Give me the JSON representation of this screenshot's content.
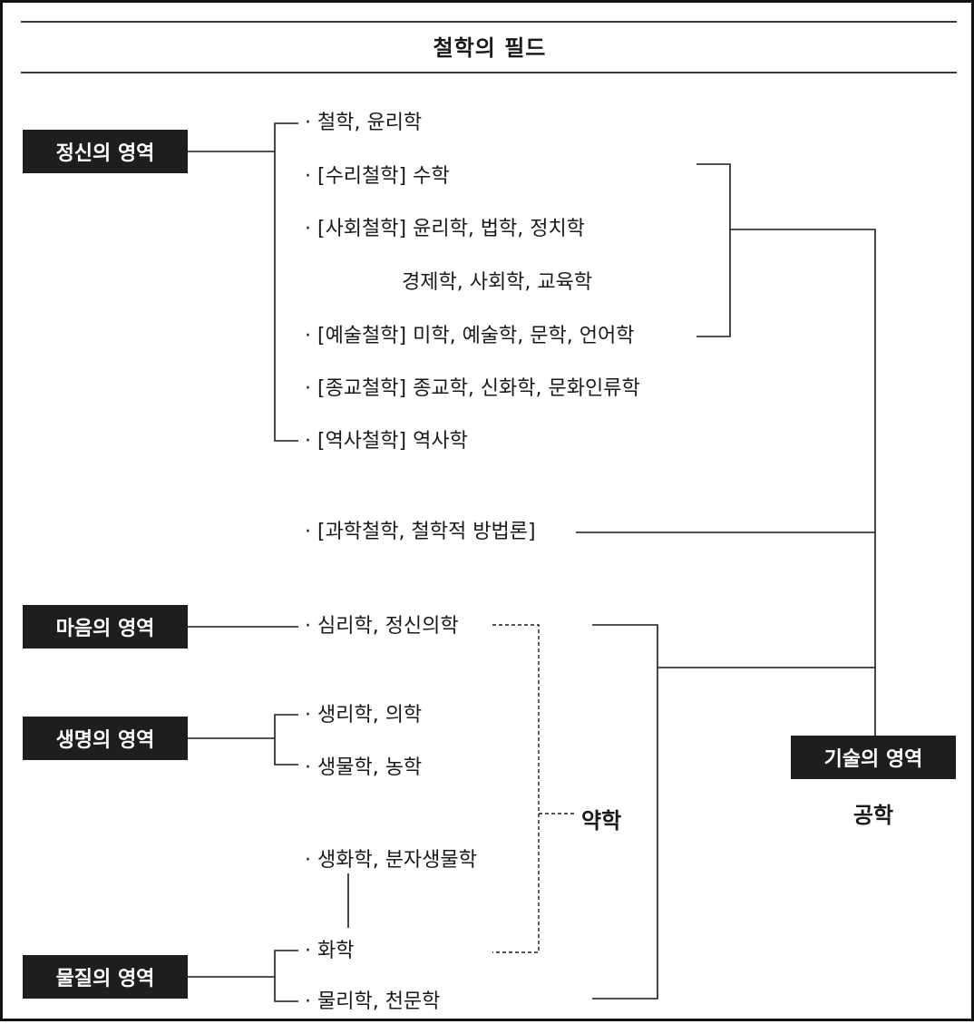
{
  "title": "철학의 필드",
  "domains": {
    "mind": "정신의 영역",
    "heart": "마음의 영역",
    "life": "생명의 영역",
    "matter": "물질의 영역",
    "tech": "기술의 영역"
  },
  "tech_sub": "공학",
  "items": {
    "philosophy": "· 철학, 윤리학",
    "math": "· [수리철학] 수학",
    "social": "· [사회철학] 윤리학, 법학, 정치학",
    "social_cont": "경제학, 사회학, 교육학",
    "art": "· [예술철학] 미학, 예술학, 문학, 언어학",
    "religion": "· [종교철학] 종교학, 신화학, 문화인류학",
    "history": "· [역사철학] 역사학",
    "science": "· [과학철학, 철학적 방법론]",
    "psychology": "· 심리학, 정신의학",
    "physiology": "· 생리학, 의학",
    "biology": "· 생물학, 농학",
    "biochem": "· 생화학, 분자생물학",
    "chemistry": "· 화학",
    "physics": "· 물리학, 천문학"
  },
  "pharmacy": "약학"
}
